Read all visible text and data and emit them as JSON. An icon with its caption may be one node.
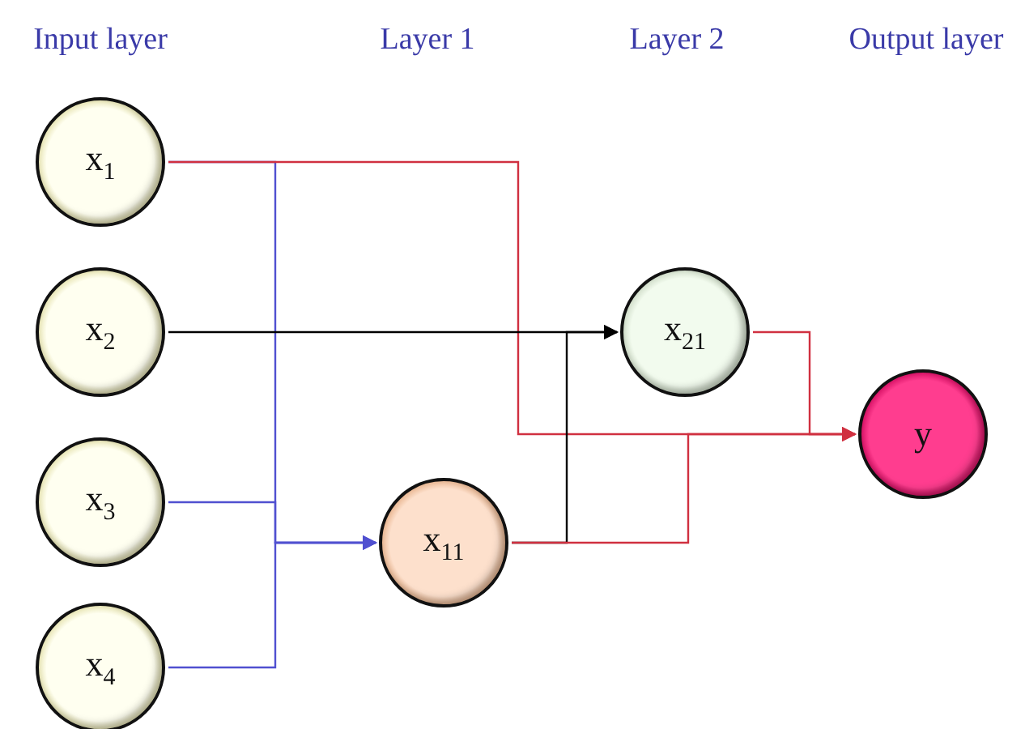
{
  "diagram": {
    "nodes": [
      {
        "text": [
          "x$_{1}$"
        ]
      },
      {
        "text": [
          "x$_{2}$"
        ]
      },
      {
        "text": [
          "x$_{3}$"
        ]
      },
      {
        "text": [
          "x$_{4}$"
        ]
      },
      {
        "text": [
          "x$_{11}$"
        ]
      },
      {
        "text": [
          "x$_{21}$"
        ]
      },
      {
        "text": [
          "y"
        ]
      }
    ],
    "edges": [
      {
        "from": 0,
        "to": 4,
        "arrow": "to",
        "color": "#5050d0"
      },
      {
        "from": 2,
        "to": 4,
        "arrow": "to",
        "color": "#5050d0"
      },
      {
        "from": 3,
        "to": 4,
        "arrow": "to",
        "color": "#5050d0"
      },
      {
        "from": 0,
        "to": 6,
        "arrow": "to",
        "color": "#d03040"
      },
      {
        "from": 1,
        "to": 5,
        "arrow": "to",
        "color": "#000000"
      },
      {
        "from": 4,
        "to": 5,
        "arrow": "to",
        "color": "#000000"
      },
      {
        "from": 4,
        "to": 6,
        "arrow": "to",
        "color": "#d03040"
      },
      {
        "from": 5,
        "to": 6,
        "arrow": "to",
        "color": "#d03040"
      }
    ],
    "labels": [
      "Input layer",
      "Layer 1",
      "Layer 2",
      "Output layer"
    ]
  }
}
